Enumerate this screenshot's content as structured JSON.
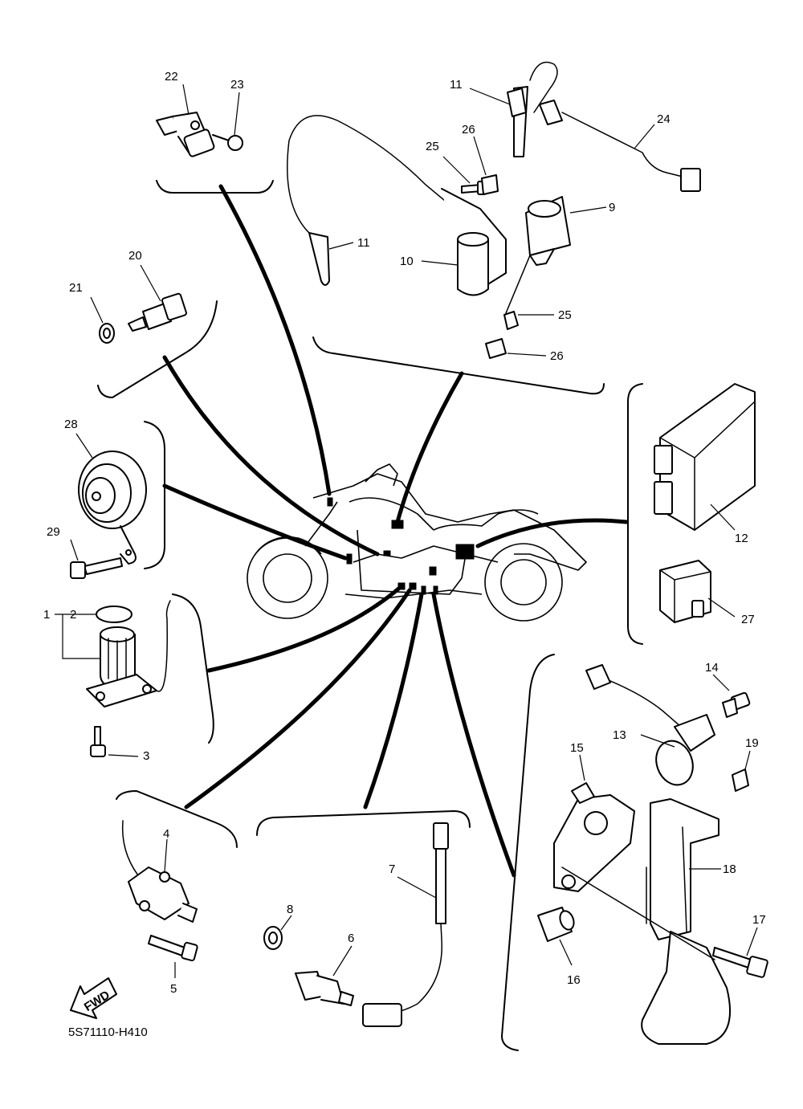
{
  "diagram": {
    "code": "5S71110-H410",
    "fwd_label": "FWD",
    "labels": [
      {
        "id": "p22",
        "text": "22"
      },
      {
        "id": "p23",
        "text": "23"
      },
      {
        "id": "p20",
        "text": "20"
      },
      {
        "id": "p21",
        "text": "21"
      },
      {
        "id": "p28",
        "text": "28"
      },
      {
        "id": "p29",
        "text": "29"
      },
      {
        "id": "p2",
        "text": "2"
      },
      {
        "id": "p1",
        "text": "1"
      },
      {
        "id": "p3",
        "text": "3"
      },
      {
        "id": "p4",
        "text": "4"
      },
      {
        "id": "p5",
        "text": "5"
      },
      {
        "id": "p8",
        "text": "8"
      },
      {
        "id": "p6",
        "text": "6"
      },
      {
        "id": "p7",
        "text": "7"
      },
      {
        "id": "p11a",
        "text": "11"
      },
      {
        "id": "p11b",
        "text": "11"
      },
      {
        "id": "p26a",
        "text": "26"
      },
      {
        "id": "p25a",
        "text": "25"
      },
      {
        "id": "p24",
        "text": "24"
      },
      {
        "id": "p9",
        "text": "9"
      },
      {
        "id": "p10",
        "text": "10"
      },
      {
        "id": "p25b",
        "text": "25"
      },
      {
        "id": "p26b",
        "text": "26"
      },
      {
        "id": "p12",
        "text": "12"
      },
      {
        "id": "p27",
        "text": "27"
      },
      {
        "id": "p14",
        "text": "14"
      },
      {
        "id": "p13",
        "text": "13"
      },
      {
        "id": "p15",
        "text": "15"
      },
      {
        "id": "p19",
        "text": "19"
      },
      {
        "id": "p18",
        "text": "18"
      },
      {
        "id": "p17",
        "text": "17"
      },
      {
        "id": "p16",
        "text": "16"
      }
    ]
  }
}
